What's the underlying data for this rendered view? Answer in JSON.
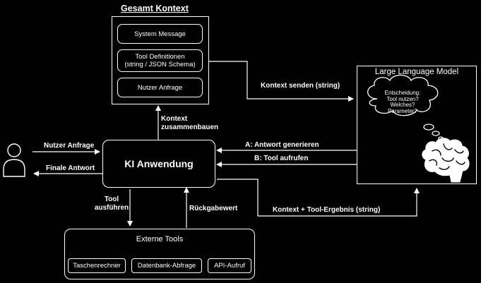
{
  "context": {
    "title": "Gesamt Kontext",
    "items": [
      {
        "label": "System Message"
      },
      {
        "label": "Tool Definitionen\n(string / JSON Schema)"
      },
      {
        "label": "Nutzer Anfrage"
      }
    ]
  },
  "llm": {
    "title": "Large Language Model",
    "thought": "Entscheidung:\nTool nutzen?\nWelches?\nParameter?"
  },
  "app": {
    "label": "KI Anwendung"
  },
  "tools": {
    "title": "Externe Tools",
    "items": [
      {
        "label": "Taschenrechner"
      },
      {
        "label": "Datenbank-Abfrage"
      },
      {
        "label": "API-Aufruf"
      }
    ]
  },
  "edges": {
    "user_request": "Nutzer Anfrage",
    "final_answer": "Finale Antwort",
    "build_context": "Kontext\nzusammenbauen",
    "send_context": "Kontext senden (string)",
    "answer_generate": "A: Antwort generieren",
    "call_tool": "B: Tool aufrufen",
    "execute_tool": "Tool\nausführen",
    "return_value": "Rückgabewert",
    "context_tool_result": "Kontext + Tool-Ergebnis (string)"
  },
  "colors": {
    "background": "#000000",
    "foreground": "#ffffff"
  },
  "icons": {
    "user": "user-icon",
    "brain": "brain-icon",
    "thought": "thought-cloud"
  }
}
